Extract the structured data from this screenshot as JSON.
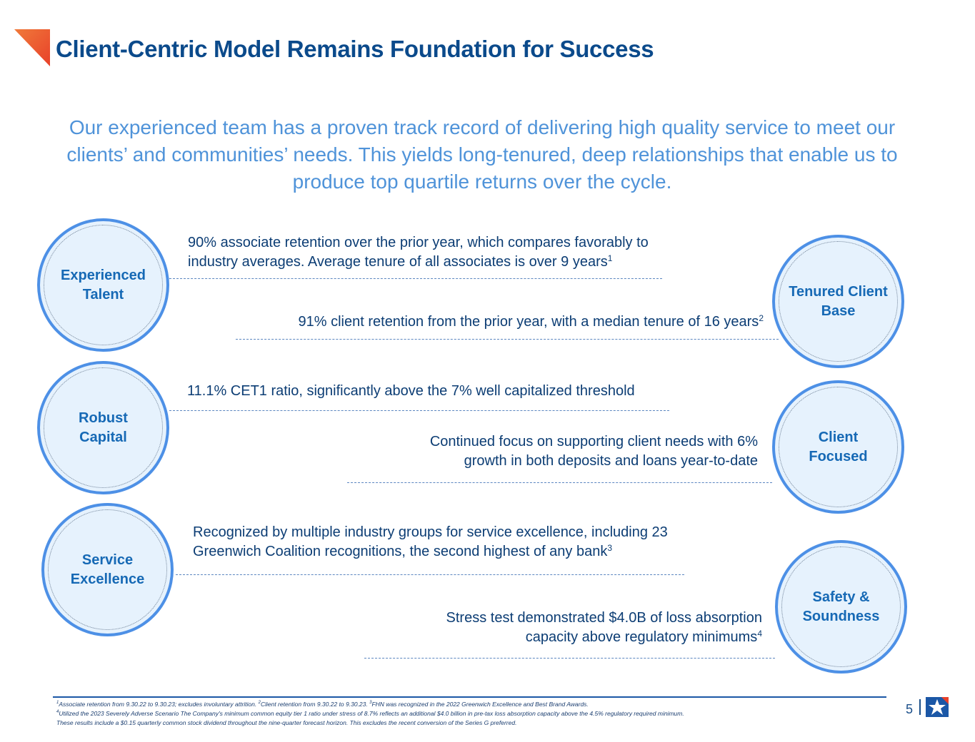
{
  "title": "Client-Centric Model Remains Foundation for Success",
  "intro": "Our experienced team has a proven track record of delivering high quality service to meet our clients’ and communities’ needs. This yields long-tenured, deep relationships that enable us to produce top quartile returns over the cycle.",
  "pillars": [
    {
      "label": "Experienced Talent"
    },
    {
      "label": "Tenured Client Base"
    },
    {
      "label": "Robust Capital"
    },
    {
      "label": "Client Focused"
    },
    {
      "label": "Service Excellence"
    },
    {
      "label": "Safety & Soundness"
    }
  ],
  "points": [
    {
      "text": "90% associate retention over the prior year, which compares favorably to industry averages. Average tenure of all associates is over 9 years",
      "ref": "1"
    },
    {
      "text": "91% client retention from the prior year, with a median tenure of 16 years",
      "ref": "2"
    },
    {
      "text": "11.1% CET1 ratio, significantly above the 7% well capitalized threshold",
      "ref": ""
    },
    {
      "text": "Continued focus on supporting client needs with 6% growth in both deposits and loans year-to-date",
      "ref": ""
    },
    {
      "text": "Recognized by multiple industry groups for service excellence, including 23 Greenwich Coalition recognitions, the second highest of any bank",
      "ref": "3"
    },
    {
      "text": "Stress test demonstrated $4.0B of loss absorption capacity above regulatory minimums",
      "ref": "4"
    }
  ],
  "footnotes": {
    "fn1": "Associate retention from 9.30.22 to 9.30.23; excludes involuntary attrition.",
    "fn2": "Client retention from 9.30.22 to 9.30.23.",
    "fn3": "FHN was recognized in the 2022 Greenwich Excellence and Best Brand Awards.",
    "fn4": "Utilized the 2023 Severely Adverse Scenario The Company's minimum common equity tier 1 ratio under stress of 8.7% reflects an additional $4.0 billion in pre-tax loss absorption capacity above the 4.5% regulatory required minimum.",
    "fn5": "These results include a $0.15 quarterly common stock dividend throughout the nine-quarter forecast horizon. This excludes the recent conversion of the Series G preferred."
  },
  "page_number": "5",
  "colors": {
    "title": "#0b4a8b",
    "intro": "#4f93d9",
    "circle_border": "#4d90e6",
    "circle_fill": "#e6f2fd",
    "logo_accent": "#e8412a"
  },
  "icons": {
    "corner": "orange-corner-logo-icon",
    "brand": "star-logo-icon"
  }
}
